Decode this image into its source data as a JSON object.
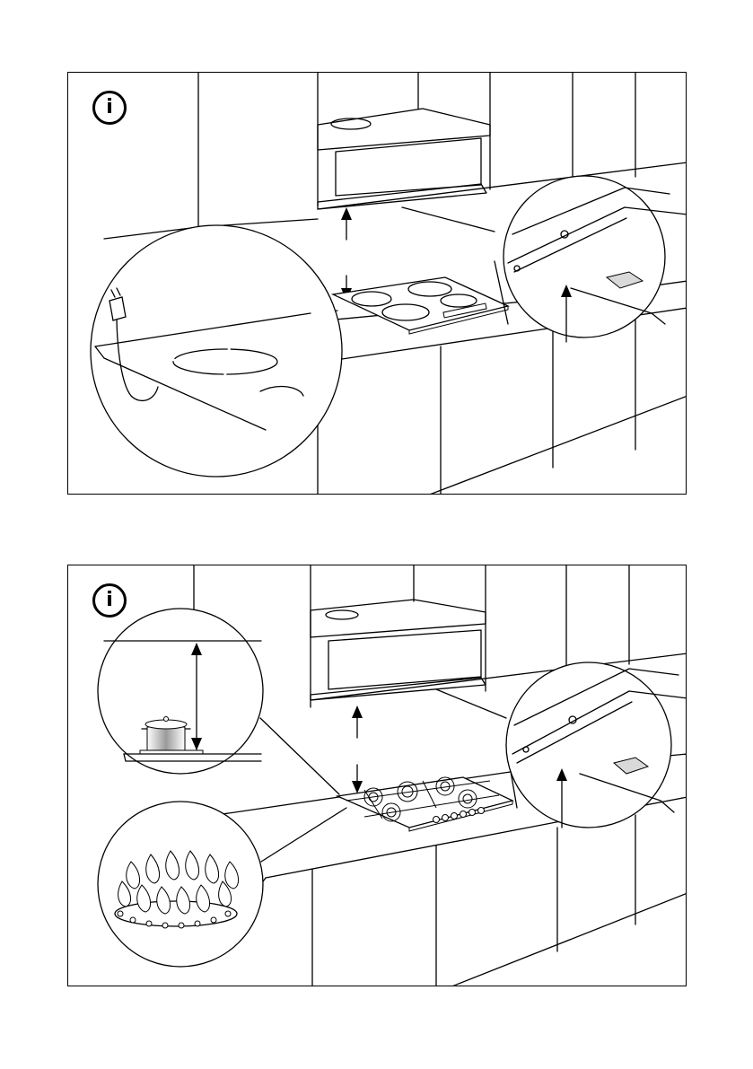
{
  "panels": [
    {
      "id": "induction-hob-installation",
      "info_icon": {
        "icon": "info-icon",
        "glyph": "i"
      }
    },
    {
      "id": "gas-hob-installation",
      "info_icon": {
        "icon": "info-icon",
        "glyph": "i"
      }
    }
  ],
  "colors": {
    "line": "#000000",
    "background": "#ffffff",
    "pot_shade": "#9a9a9a"
  }
}
